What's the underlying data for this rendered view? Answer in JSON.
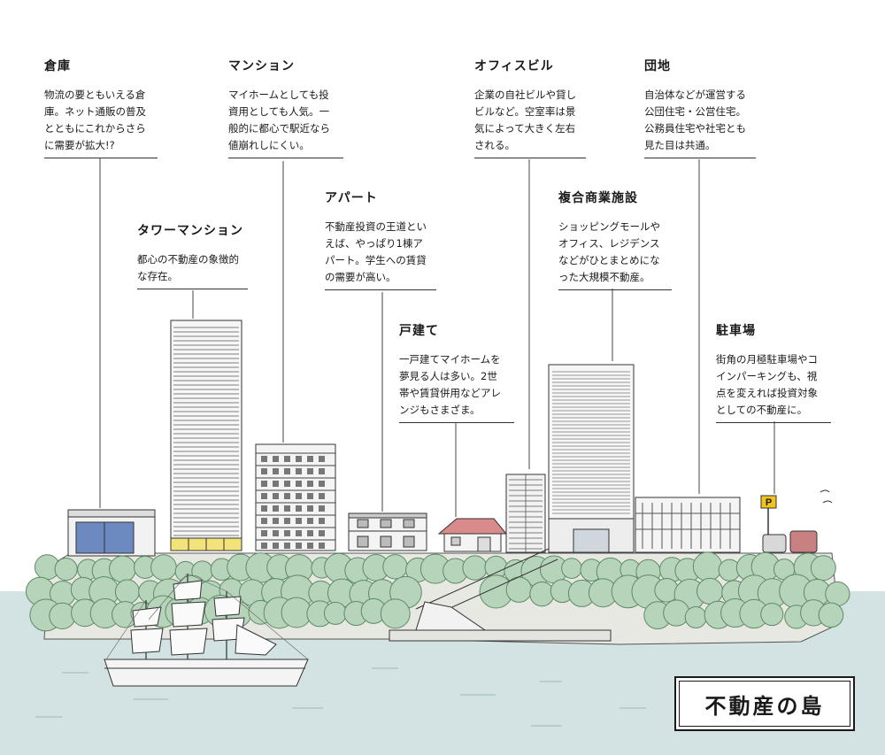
{
  "labels": {
    "souko": {
      "title": "倉庫",
      "desc": "物流の要ともいえる倉\n庫。ネット通販の普及\nとともにこれからさら\nに需要が拡大!?"
    },
    "tower": {
      "title": "タワーマンション",
      "desc": "都心の不動産の象徴的\nな存在。"
    },
    "mansion": {
      "title": "マンション",
      "desc": "マイホームとしても投\n資用としても人気。一\n般的に都心で駅近なら\n値崩れしにくい。"
    },
    "apart": {
      "title": "アパート",
      "desc": "不動産投資の王道とい\nえば、やっぱり1棟ア\nパート。学生への賃貸\nの需要が高い。"
    },
    "kodate": {
      "title": "戸建て",
      "desc": "一戸建てマイホームを\n夢見る人は多い。2世\n帯や賃貸併用などアレ\nンジもさまざま。"
    },
    "office": {
      "title": "オフィスビル",
      "desc": "企業の自社ビルや貸し\nビルなど。空室率は景\n気によって大きく左右\nされる。"
    },
    "fukugou": {
      "title": "複合商業施設",
      "desc": "ショッピングモールや\nオフィス、レジデンス\nなどがひとまとめにな\nった大規模不動産。"
    },
    "danchi": {
      "title": "団地",
      "desc": "自治体などが運営する\n公団住宅・公営住宅。\n公務員住宅や社宅とも\n見た目は共通。"
    },
    "parking": {
      "title": "駐車場",
      "desc": "街角の月極駐車場やコ\nインパーキングも、視\n点を変えれば投資対象\nとしての不動産に。"
    }
  },
  "parking_sign": "P",
  "badge_text": "不動産の島",
  "colors": {
    "sea": "#d3e2e3",
    "trees": "#b5d4ba",
    "warehouse_door": "#6d8ac0",
    "tower_band": "#f4e27a",
    "house_roof": "#d98a8a"
  }
}
